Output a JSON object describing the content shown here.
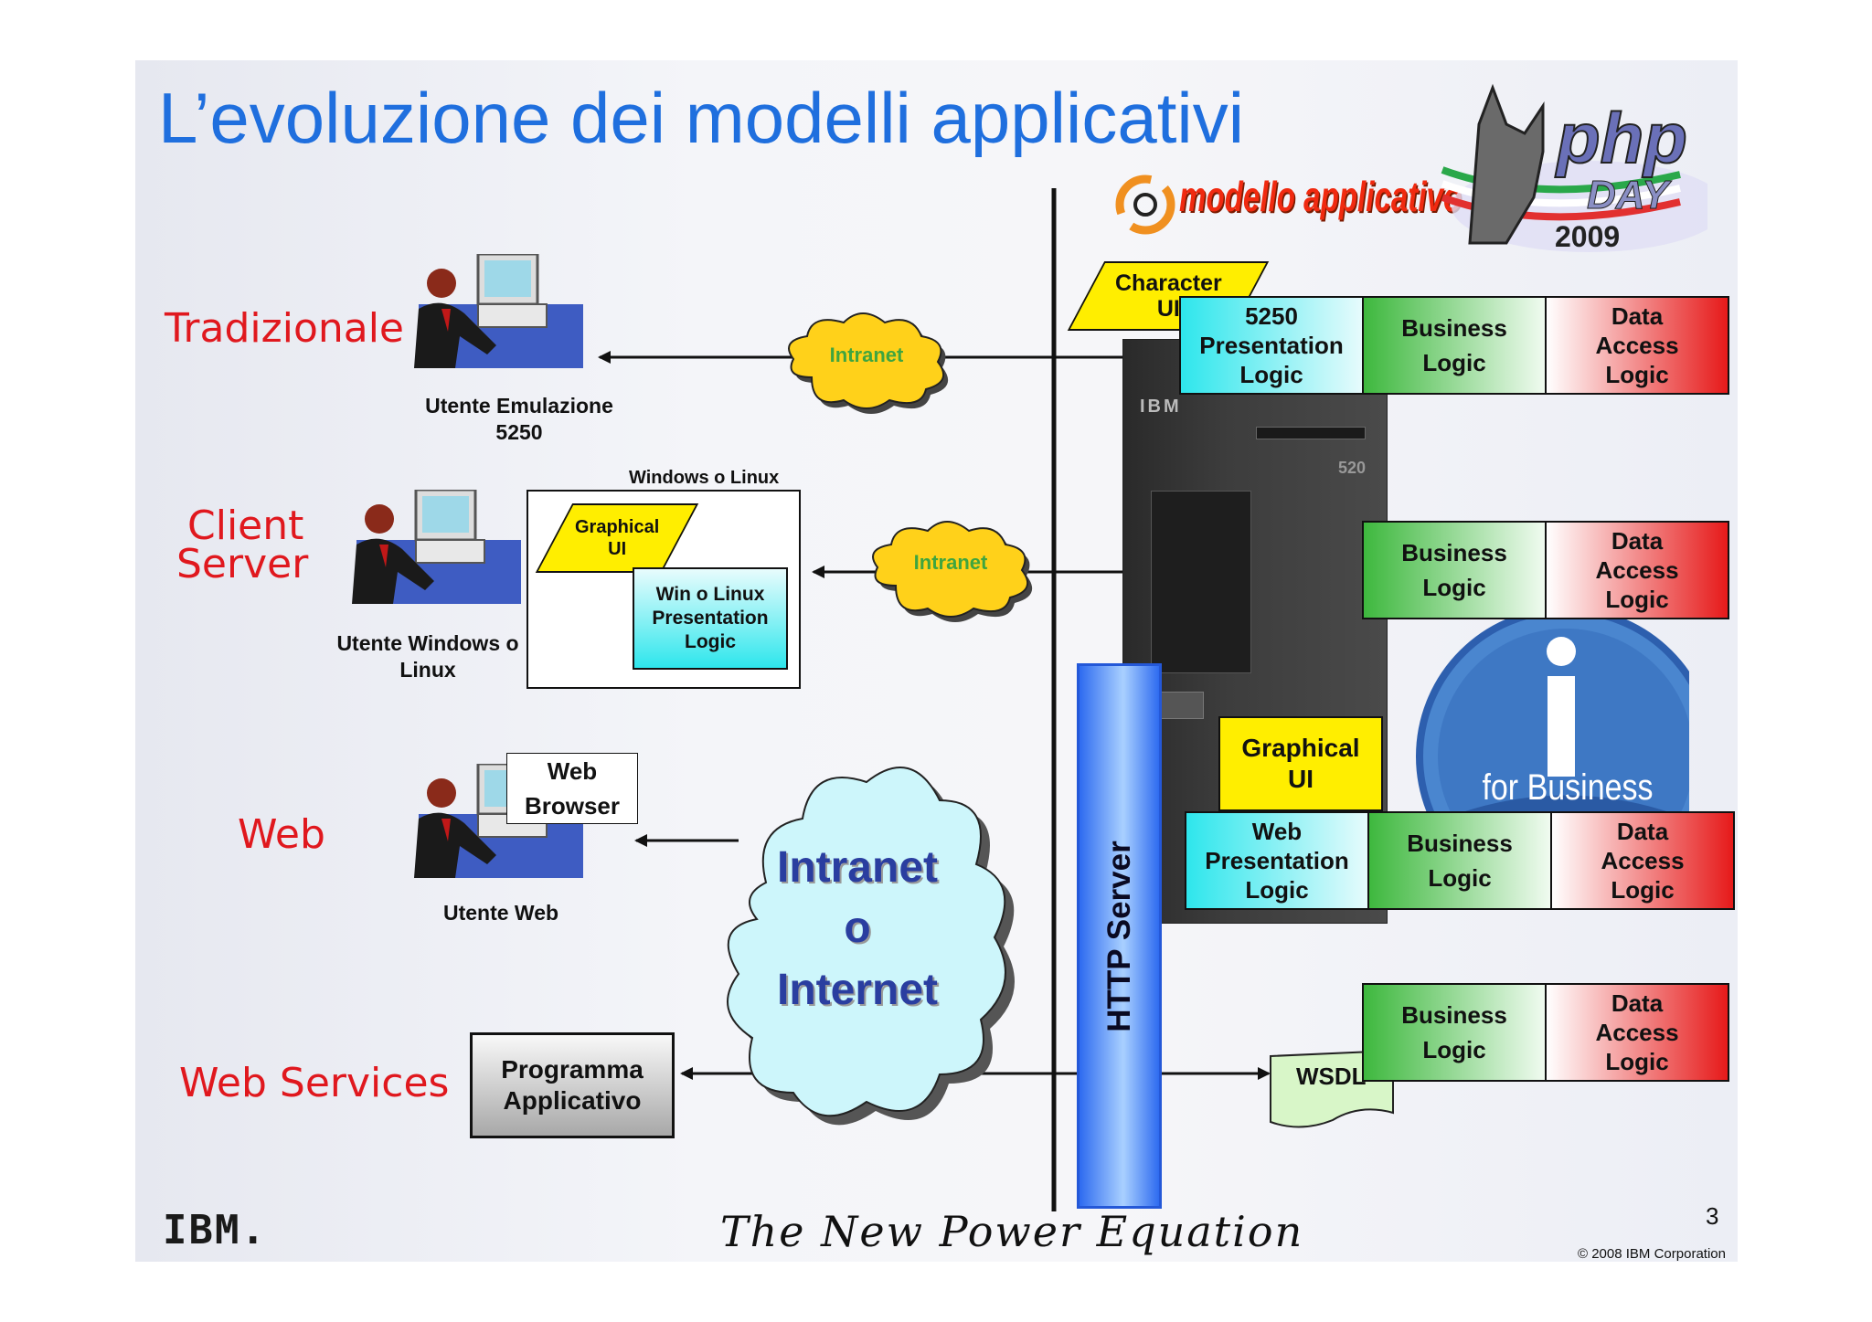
{
  "title": "L’evoluzione dei modelli applicativi",
  "banner": {
    "label": "modello applicativo"
  },
  "phpday": {
    "php": "php",
    "day": "DAY",
    "year": "2009"
  },
  "rows": {
    "tradizionale": "Tradizionale",
    "client_server_1": "Client",
    "client_server_2": "Server",
    "web": "Web",
    "web_services": "Web Services"
  },
  "users": {
    "emulazione_1": "Utente Emulazione",
    "emulazione_2": "5250",
    "windows_1": "Utente Windows o",
    "windows_2": "Linux",
    "web": "Utente Web"
  },
  "client_box": {
    "title": "Windows o Linux",
    "graphical_ui_1": "Graphical",
    "graphical_ui_2": "UI",
    "presentation_1": "Win o Linux",
    "presentation_2": "Presentation",
    "presentation_3": "Logic"
  },
  "web_browser": {
    "line1": "Web",
    "line2": "Browser"
  },
  "programma": {
    "line1": "Programma",
    "line2": "Applicativo"
  },
  "clouds": {
    "intranet_small": "Intranet",
    "big_1": "Intranet",
    "big_2": "o",
    "big_3": "Internet"
  },
  "server_side": {
    "character_ui_1": "Character",
    "character_ui_2": "UI",
    "p5250_1": "5250",
    "p5250_2": "Presentation",
    "p5250_3": "Logic",
    "business_1": "Business",
    "business_2": "Logic",
    "data_1": "Data",
    "data_2": "Access",
    "data_3": "Logic",
    "graphical_ui_1": "Graphical",
    "graphical_ui_2": "UI",
    "webpres_1": "Web",
    "webpres_2": "Presentation",
    "webpres_3": "Logic",
    "wsdl": "WSDL",
    "http_server": "HTTP Server",
    "server_brand": "IBM",
    "server_model": "520"
  },
  "ibm_i": {
    "letter": "i",
    "caption": "for Business"
  },
  "footer": {
    "logo": "IBM.",
    "tagline": "The New Power Equation",
    "page": "3",
    "copyright": "© 2008 IBM Corporation"
  },
  "colors": {
    "title": "#1f6fde",
    "row_label": "#e0181e",
    "cloud_yellow": "#ffd11a",
    "cloud_cyan": "#cdf6fb",
    "ui_yellow": "#ffee00"
  }
}
